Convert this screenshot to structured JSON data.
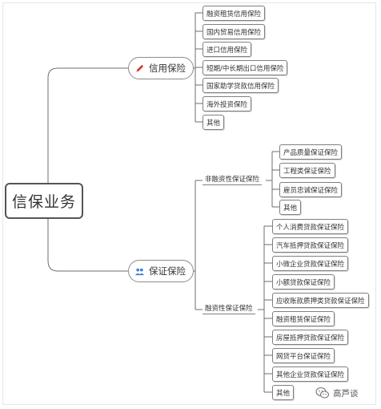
{
  "root": {
    "label": "信保业务"
  },
  "branches": {
    "credit": {
      "label": "信用保险",
      "icon": "pencil-icon",
      "children": [
        "融资租赁信用保险",
        "国内贸易信用保险",
        "进口信用保险",
        "短期/中长期出口信用保险",
        "国家助学贷款信用保险",
        "海外投资保险",
        "其他"
      ]
    },
    "guarantee": {
      "label": "保证保险",
      "icon": "people-icon",
      "non_financing": {
        "label": "非融资性保证保险",
        "children": [
          "产品质量保证保险",
          "工程类保证保险",
          "雇员忠诚保证保险",
          "其他"
        ]
      },
      "financing": {
        "label": "融资性保证保险",
        "children": [
          "个人消费贷款保证保险",
          "汽车抵押贷款保证保险",
          "小微企业贷款保证保险",
          "小额贷款保证保险",
          "应收账款质押类贷款保证保险",
          "融资租赁保证保险",
          "房屋抵押贷款保证保险",
          "网贷平台保证保险",
          "其他企业贷款保证保险",
          "其他"
        ]
      }
    }
  },
  "watermark": {
    "label": "高芦谈",
    "icon": "wechat-icon"
  },
  "colors": {
    "line": "#6e6e6e",
    "pencil": "#d9342b",
    "people": "#3d7fd6"
  }
}
